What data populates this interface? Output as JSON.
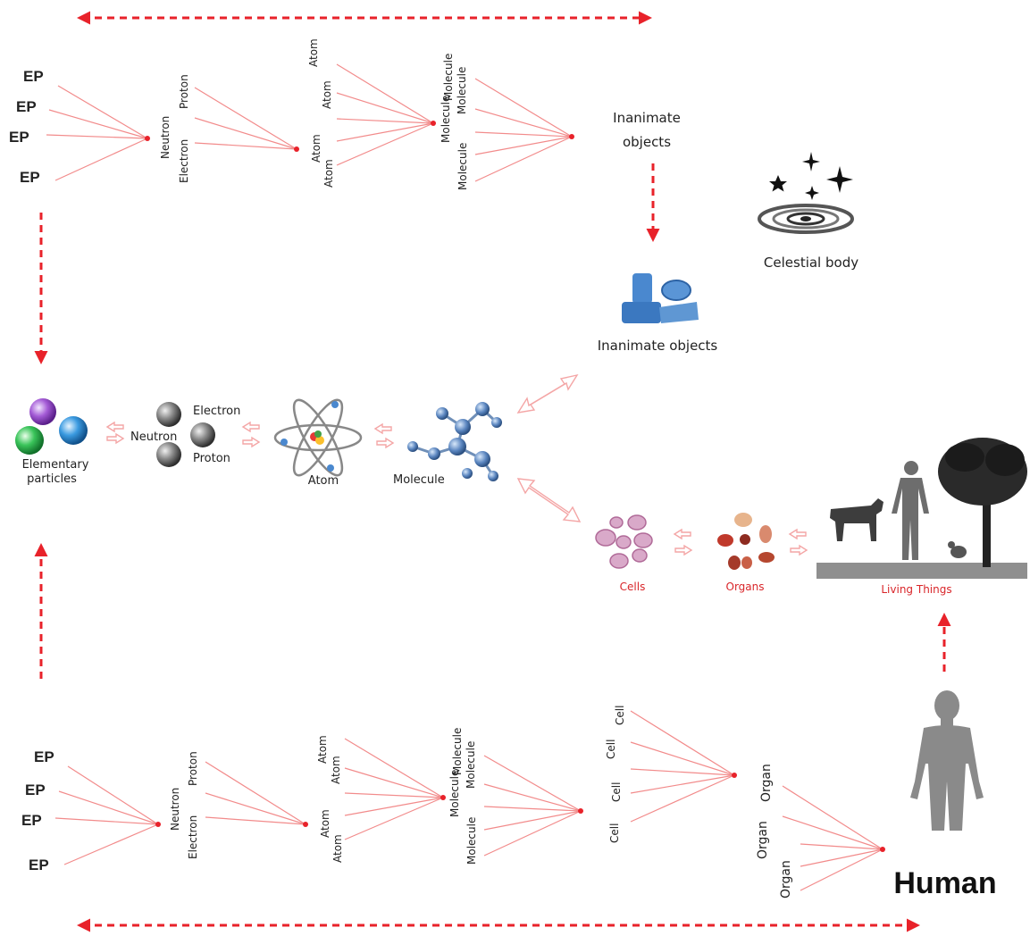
{
  "top_chain": {
    "ep": [
      "EP",
      "EP",
      "EP",
      "EP"
    ],
    "subatomic": [
      "Proton",
      "Neutron",
      "Electron"
    ],
    "atoms": [
      "Atom",
      "Atom",
      "Atom",
      "Atom"
    ],
    "molecules": [
      "Molecule",
      "Molecule",
      "Molecule",
      "Molecule"
    ],
    "result_line1": "Inanimate",
    "result_line2": "objects"
  },
  "celestial_label": "Celestial body",
  "inanimate_label": "Inanimate objects",
  "middle_row": {
    "elementary": [
      "Elementary",
      "particles"
    ],
    "electron": "Electron",
    "neutron": "Neutron",
    "proton": "Proton",
    "atom": "Atom",
    "molecule": "Molecule",
    "cells": "Cells",
    "organs": "Organs",
    "living_things": "Living Things"
  },
  "bottom_chain": {
    "ep": [
      "EP",
      "EP",
      "EP",
      "EP"
    ],
    "subatomic": [
      "Proton",
      "Neutron",
      "Electron"
    ],
    "atoms": [
      "Atom",
      "Atom",
      "Atom",
      "Atom"
    ],
    "molecules": [
      "Molecule",
      "Molecule",
      "Molecule",
      "Molecule"
    ],
    "cells": [
      "Cell",
      "Cell",
      "Cell",
      "Cell"
    ],
    "organs": [
      "Organ",
      "Organ",
      "Organ"
    ],
    "human": "Human"
  },
  "colors": {
    "arrow_red": "#e8222a",
    "fan_pink": "#f28b8b",
    "label_red": "#d9262a"
  }
}
